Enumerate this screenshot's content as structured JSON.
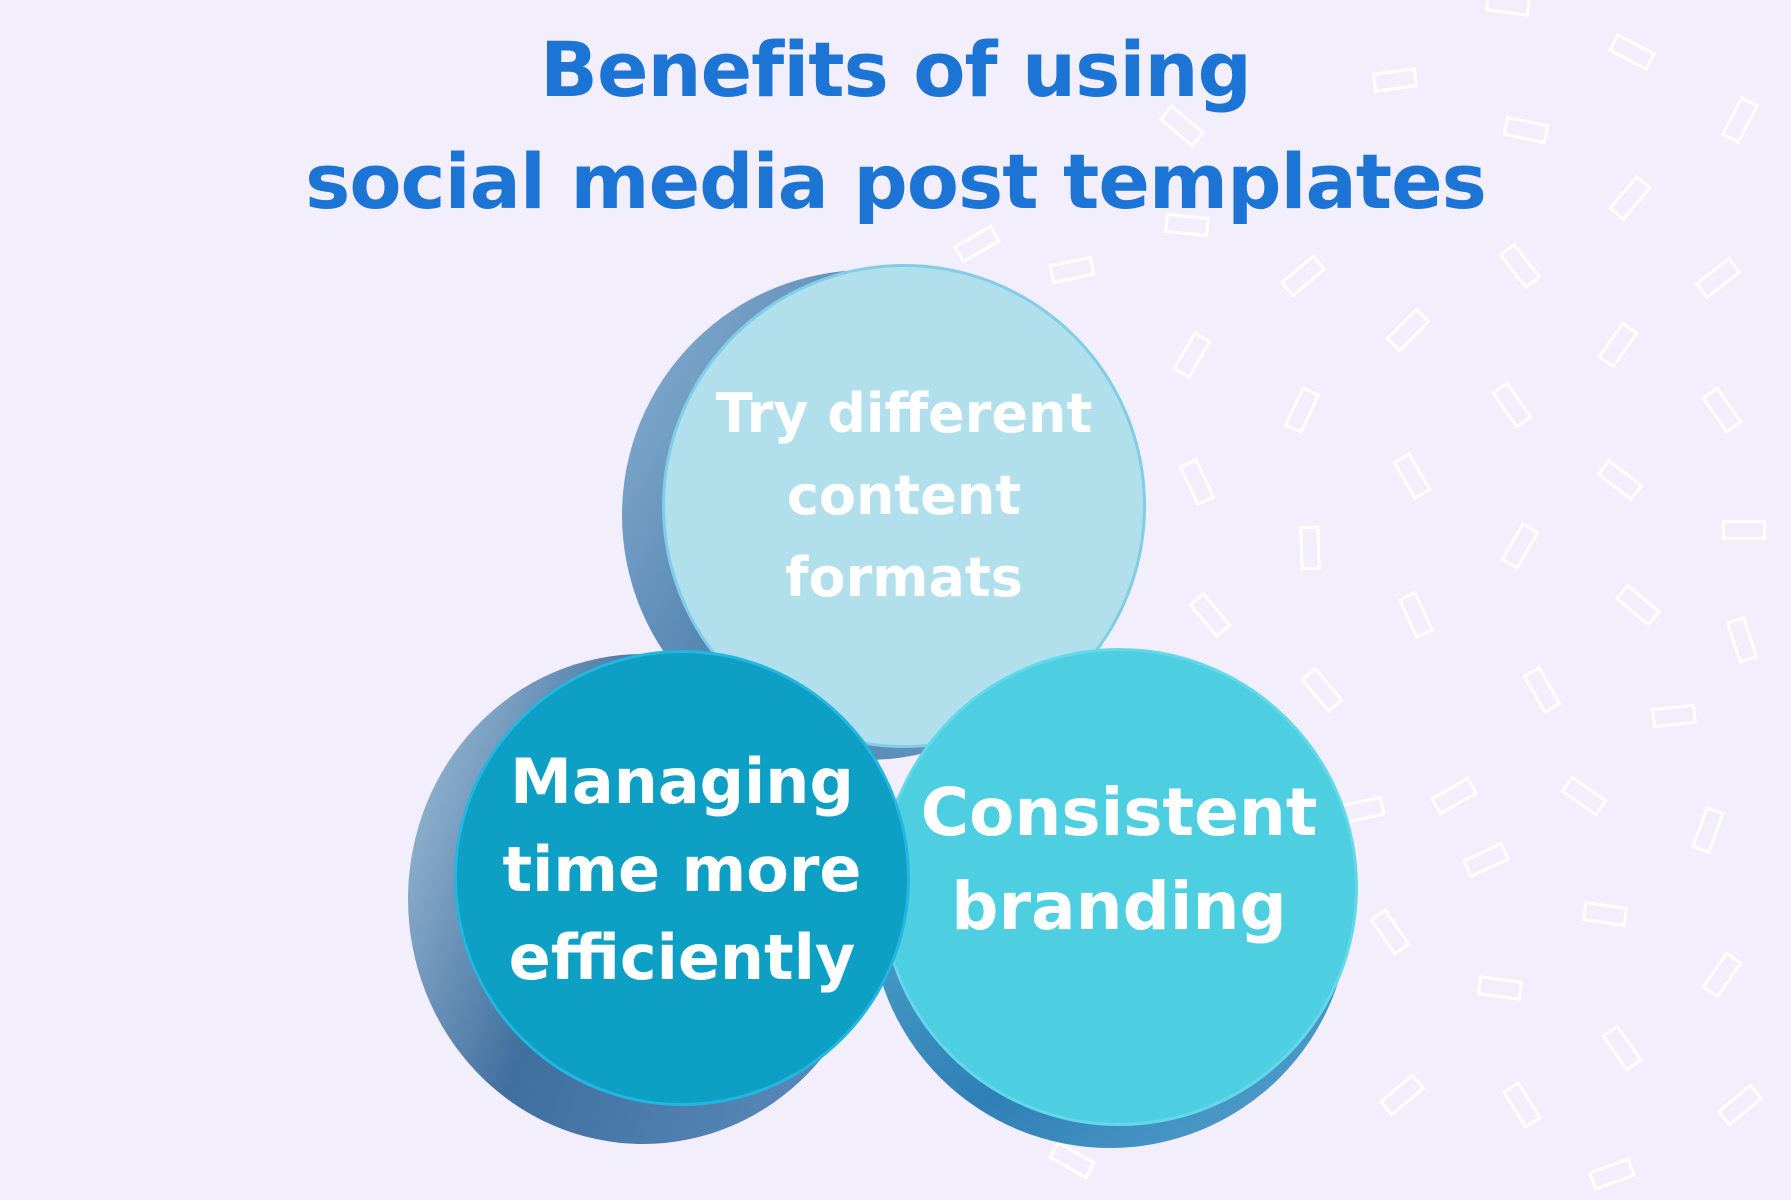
{
  "title": {
    "line1": "Benefits of using",
    "line2": "social media post templates"
  },
  "colors": {
    "background": "#f3eefc",
    "title": "#1c74d4",
    "circle_top": "#b1e0ec",
    "circle_left": "#0e9fc4",
    "circle_right": "#4dcfe1",
    "rim": "#4d86b8",
    "text": "#ffffff"
  },
  "circles": [
    {
      "id": "top",
      "lines": [
        "Try different",
        "content",
        "formats"
      ]
    },
    {
      "id": "left",
      "lines": [
        "Managing",
        "time more",
        "efficiently"
      ]
    },
    {
      "id": "right",
      "lines": [
        "Consistent",
        "branding"
      ]
    }
  ]
}
